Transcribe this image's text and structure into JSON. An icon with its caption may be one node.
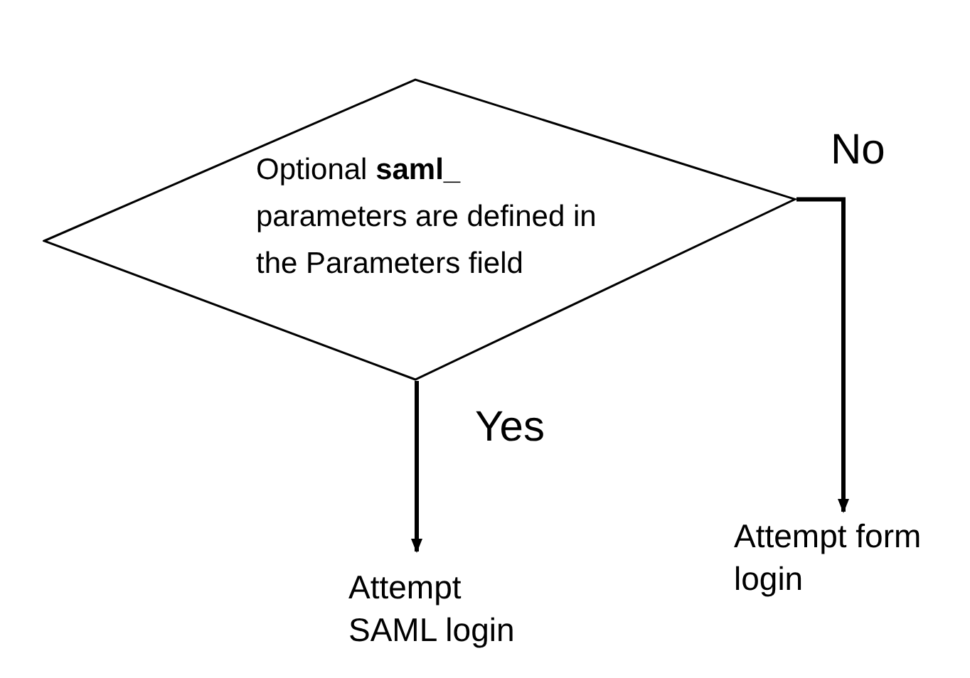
{
  "diagram": {
    "nodes": [
      {
        "text": [
          "Optional **saml_** parameters are defined in the Parameters field"
        ]
      },
      {
        "text": [
          "Attempt SAML login"
        ]
      },
      {
        "text": [
          "Attempt form login"
        ]
      }
    ],
    "edges": [
      {
        "from": 0,
        "to": 1,
        "arrow": "to",
        "label": "Yes"
      },
      {
        "from": 0,
        "to": 2,
        "arrow": "to",
        "label": "No"
      }
    ]
  }
}
